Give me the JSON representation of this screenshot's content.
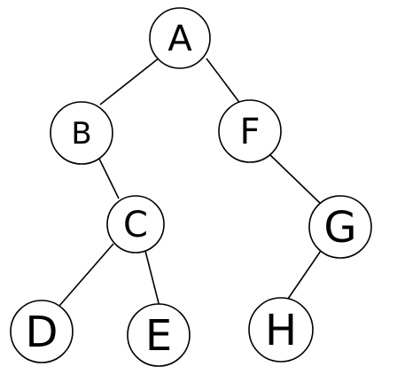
{
  "tree": {
    "nodes": [
      {
        "id": "A",
        "label": "A"
      },
      {
        "id": "B",
        "label": "B"
      },
      {
        "id": "F",
        "label": "F"
      },
      {
        "id": "C",
        "label": "C"
      },
      {
        "id": "G",
        "label": "G"
      },
      {
        "id": "D",
        "label": "D"
      },
      {
        "id": "E",
        "label": "E"
      },
      {
        "id": "H",
        "label": "H"
      }
    ],
    "edges": [
      {
        "from": "A",
        "to": "B"
      },
      {
        "from": "A",
        "to": "F"
      },
      {
        "from": "B",
        "to": "C"
      },
      {
        "from": "F",
        "to": "G"
      },
      {
        "from": "C",
        "to": "D"
      },
      {
        "from": "C",
        "to": "E"
      },
      {
        "from": "G",
        "to": "H"
      }
    ]
  }
}
